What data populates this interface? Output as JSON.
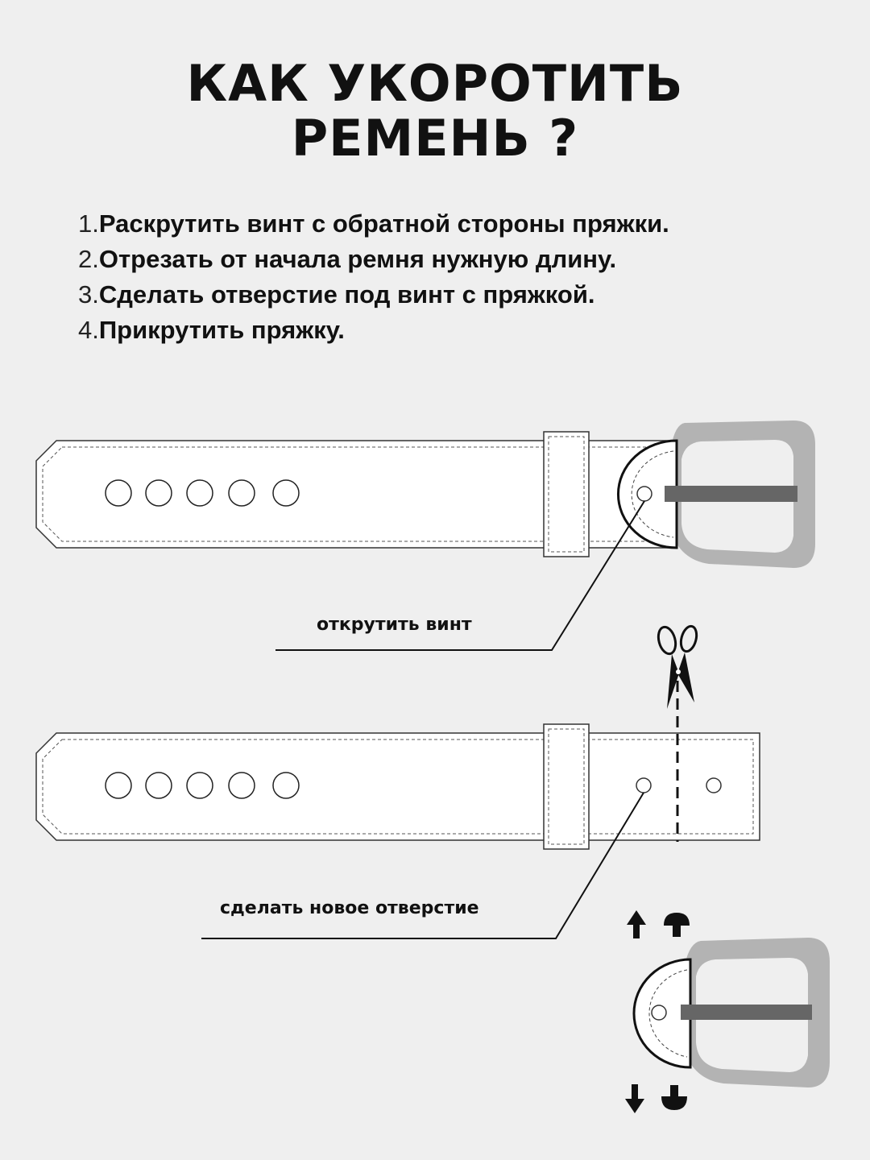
{
  "title": {
    "line1": "КАК УКОРОТИТЬ",
    "line2": "РЕМЕНЬ ?"
  },
  "steps": [
    {
      "num": "1.",
      "text": "Раскрутить винт с обратной стороны пряжки."
    },
    {
      "num": "2.",
      "text": "Отрезать от начала ремня нужную длину."
    },
    {
      "num": "3.",
      "text": "Сделать отверстие под винт с пряжкой."
    },
    {
      "num": "4.",
      "text": "Прикрутить пряжку."
    }
  ],
  "labels": {
    "unscrew": "открутить винт",
    "new_hole": "сделать новое отверстие"
  },
  "icons": {
    "scissors": "scissors-icon",
    "arrow_up": "arrow-up-icon",
    "arrow_down": "arrow-down-icon",
    "screw_top": "screw-top-icon",
    "screw_bottom": "screw-bottom-icon"
  },
  "colors": {
    "background": "#efefef",
    "ink": "#111111",
    "buckle_frame": "#b3b3b3",
    "buckle_prong": "#666666"
  }
}
